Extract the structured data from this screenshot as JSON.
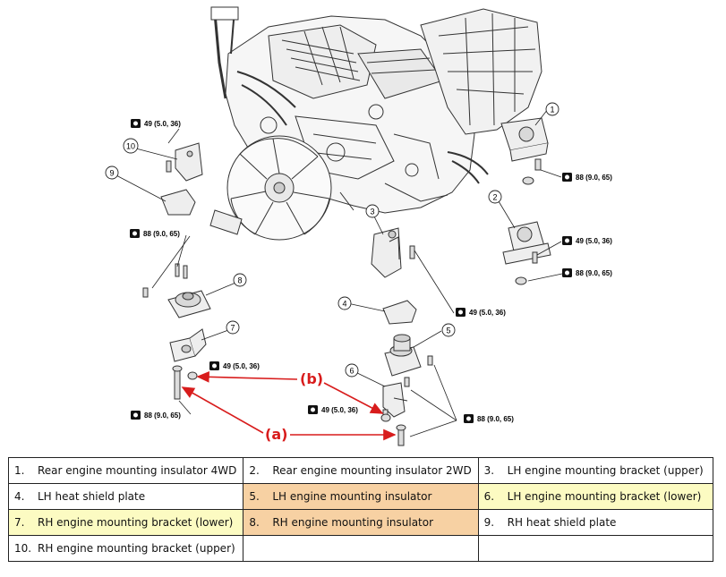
{
  "callouts": {
    "c1": "1",
    "c2": "2",
    "c3": "3",
    "c4": "4",
    "c5": "5",
    "c6": "6",
    "c7": "7",
    "c8": "8",
    "c9": "9",
    "c10": "10"
  },
  "torque": {
    "t49": "49 (5.0, 36)",
    "t88": "88 (9.0, 65)"
  },
  "annotations": {
    "a": "(a)",
    "b": "(b)"
  },
  "colors": {
    "highlight_yellow": "#fcfbc2",
    "highlight_orange": "#f7d1a3",
    "arrow_red": "#d81c1c"
  },
  "legend": {
    "rows": [
      [
        {
          "num": "1.",
          "label": "Rear engine mounting insulator 4WD",
          "highlight": ""
        },
        {
          "num": "2.",
          "label": "Rear engine mounting insulator 2WD",
          "highlight": ""
        },
        {
          "num": "3.",
          "label": "LH engine mounting bracket (upper)",
          "highlight": ""
        }
      ],
      [
        {
          "num": "4.",
          "label": "LH heat shield plate",
          "highlight": ""
        },
        {
          "num": "5.",
          "label": "LH engine mounting insulator",
          "highlight": "orange"
        },
        {
          "num": "6.",
          "label": "LH engine mounting bracket (lower)",
          "highlight": "yellow"
        }
      ],
      [
        {
          "num": "7.",
          "label": "RH engine mounting bracket (lower)",
          "highlight": "yellow"
        },
        {
          "num": "8.",
          "label": "RH engine mounting insulator",
          "highlight": "orange"
        },
        {
          "num": "9.",
          "label": "RH heat shield plate",
          "highlight": ""
        }
      ],
      [
        {
          "num": "10.",
          "label": "RH engine mounting bracket (upper)",
          "highlight": ""
        },
        {
          "num": "",
          "label": "",
          "highlight": ""
        },
        {
          "num": "",
          "label": "",
          "highlight": ""
        }
      ]
    ]
  }
}
